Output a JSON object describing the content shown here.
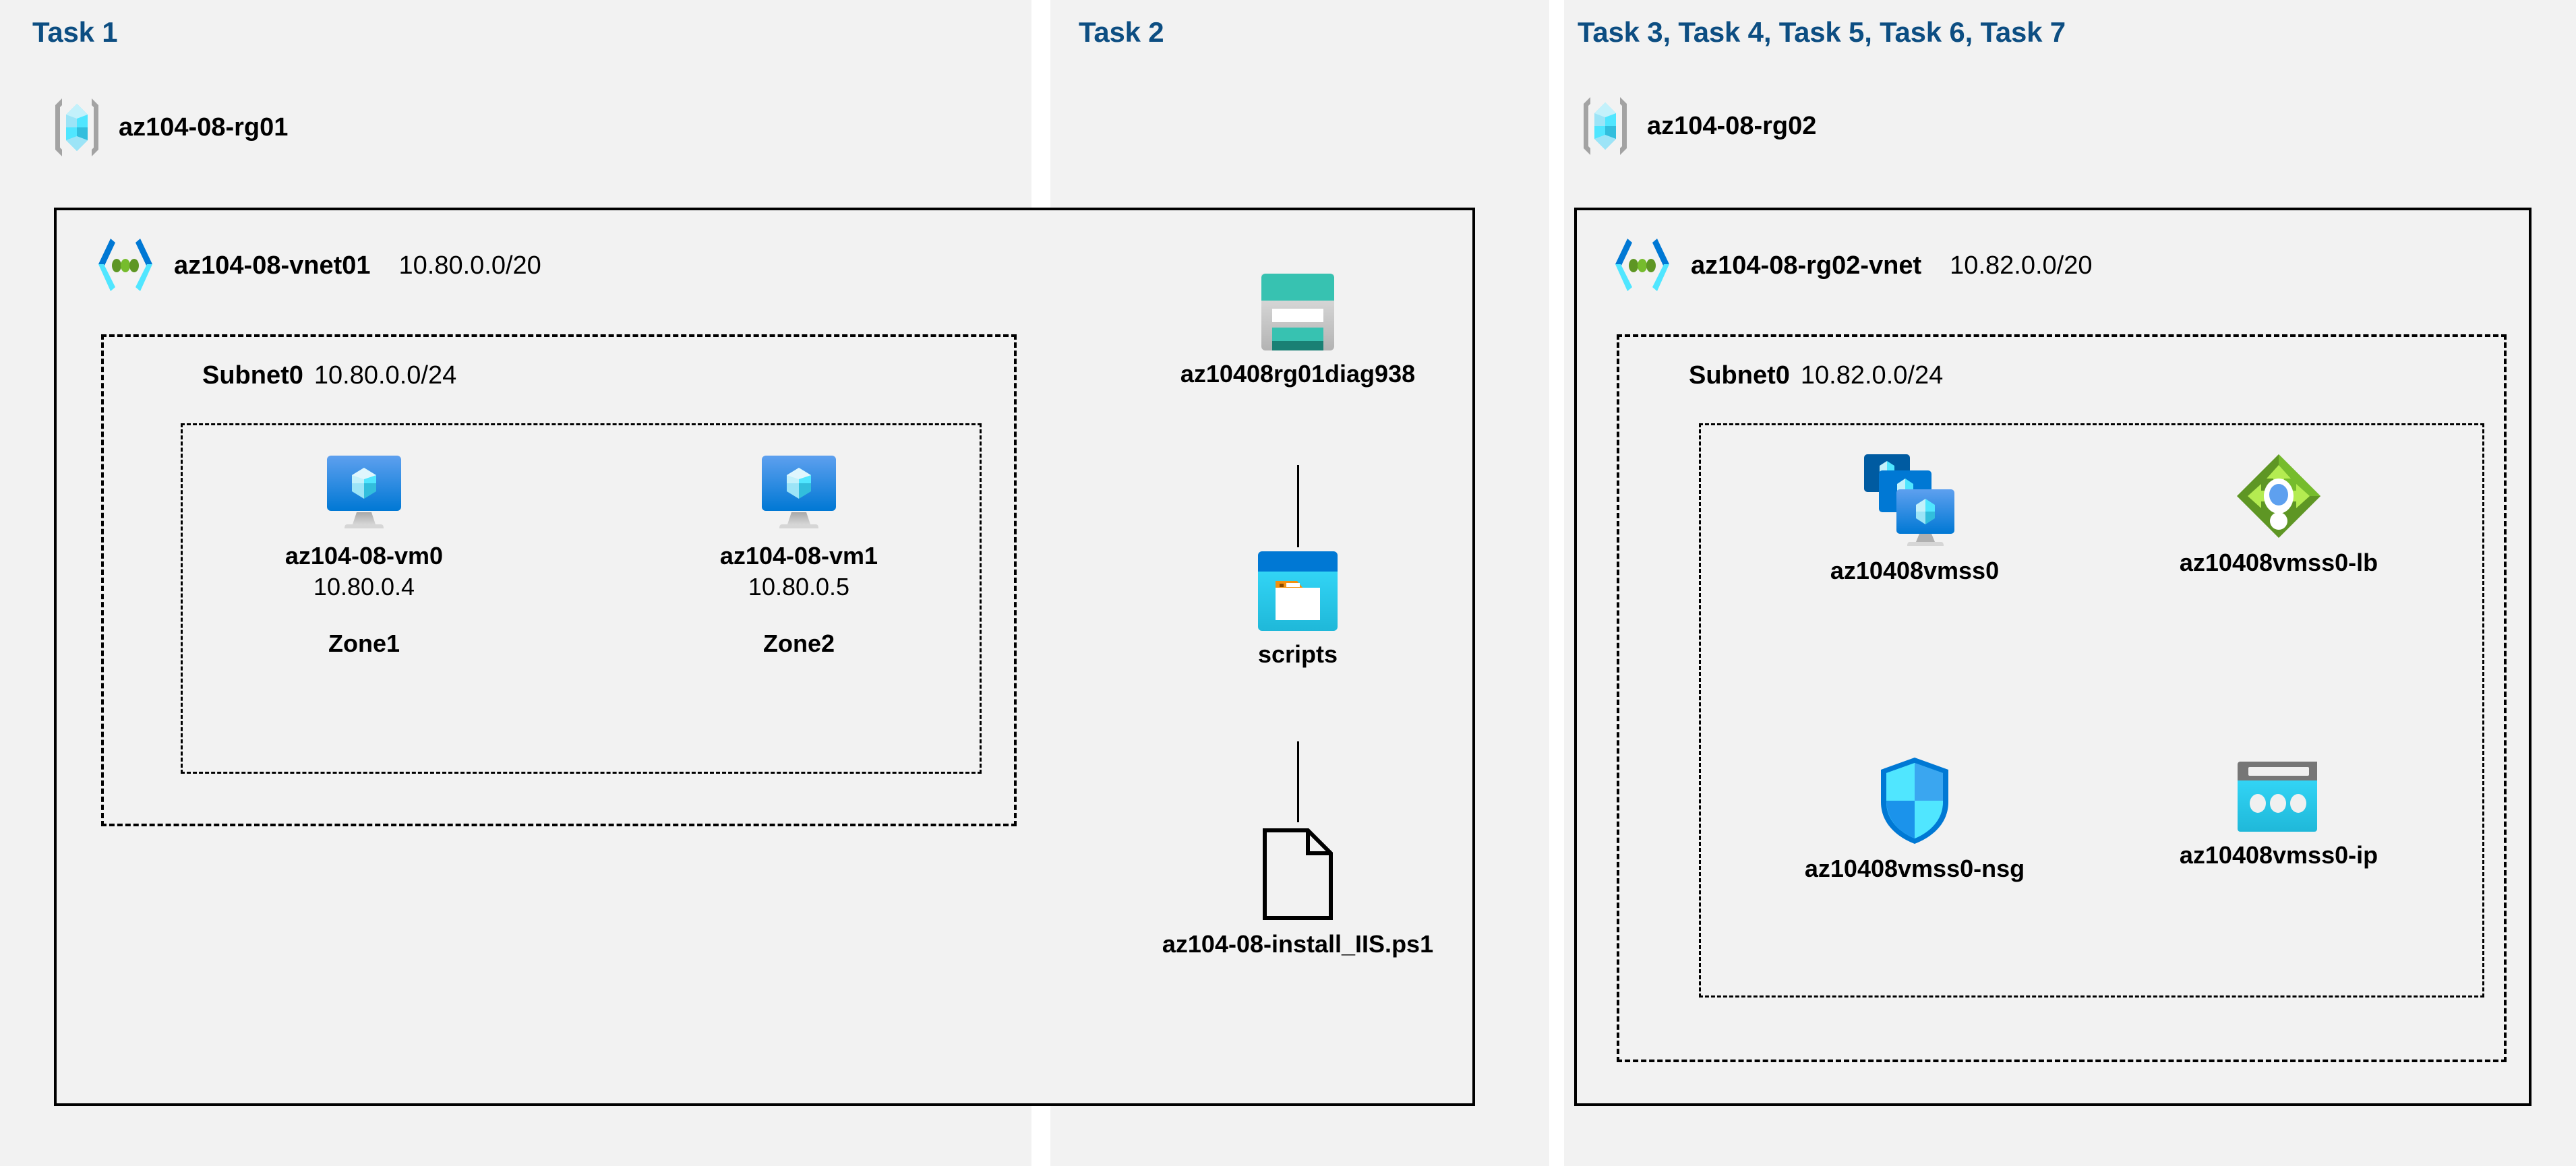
{
  "columns": {
    "task1": {
      "header": "Task 1"
    },
    "task2": {
      "header": "Task 2"
    },
    "task3": {
      "header": "Task 3, Task 4, Task 5, Task 6, Task 7"
    }
  },
  "resource_groups": [
    {
      "name": "az104-08-rg01",
      "icon": "resource-group-icon"
    },
    {
      "name": "az104-08-rg02",
      "icon": "resource-group-icon"
    }
  ],
  "vnets": [
    {
      "name": "az104-08-vnet01",
      "cidr": "10.80.0.0/20",
      "icon": "virtual-network-icon"
    },
    {
      "name": "az104-08-rg02-vnet",
      "cidr": "10.82.0.0/20",
      "icon": "virtual-network-icon"
    }
  ],
  "subnets": [
    {
      "name": "Subnet0",
      "cidr": "10.80.0.0/24"
    },
    {
      "name": "Subnet0",
      "cidr": "10.82.0.0/24"
    }
  ],
  "vms": [
    {
      "name": "az104-08-vm0",
      "ip": "10.80.0.4",
      "zone": "Zone1",
      "icon": "virtual-machine-icon"
    },
    {
      "name": "az104-08-vm1",
      "ip": "10.80.0.5",
      "zone": "Zone2",
      "icon": "virtual-machine-icon"
    }
  ],
  "storage": {
    "account": {
      "name": "az10408rg01diag938",
      "icon": "storage-account-icon"
    },
    "container": {
      "name": "scripts",
      "icon": "blob-container-icon"
    },
    "file": {
      "name": "az104-08-install_IIS.ps1",
      "icon": "file-icon"
    }
  },
  "scale_set_resources": [
    {
      "name": "az10408vmss0",
      "icon": "vm-scale-set-icon"
    },
    {
      "name": "az10408vmss0-lb",
      "icon": "load-balancer-icon"
    },
    {
      "name": "az10408vmss0-nsg",
      "icon": "network-security-group-icon"
    },
    {
      "name": "az10408vmss0-ip",
      "icon": "public-ip-address-icon"
    }
  ],
  "colors": {
    "task_header": "#0d4e82",
    "panel_background": "#f2f2f2",
    "page_background": "#ffffff",
    "border": "#000000",
    "azure_blue": "#0078d4",
    "cyan": "#32bedd",
    "teal": "#2bb2a4",
    "green": "#76bc2d",
    "orange": "#f2900d",
    "gray": "#949494"
  }
}
